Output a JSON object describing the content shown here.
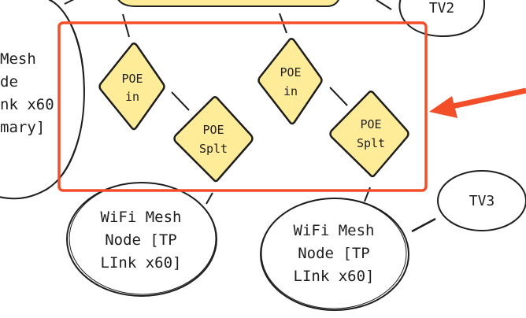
{
  "diagram": {
    "colors": {
      "stroke": "#1e1e1e",
      "node_fill": "#ffec99",
      "highlight": "#f24e2a",
      "background": "#ffffff"
    },
    "nodes": {
      "primary_mesh": {
        "lines": [
          "Mesh",
          "de",
          "nk x60",
          "mary]"
        ],
        "shape": "ellipse",
        "note": "partially cropped at left"
      },
      "top_box": {
        "label": "",
        "shape": "rounded-rect",
        "note": "partially cropped at top"
      },
      "tv2": {
        "label": "TV2",
        "shape": "ellipse"
      },
      "poe_in_1": {
        "lines": [
          "POE",
          "in"
        ],
        "shape": "diamond"
      },
      "poe_splt_1": {
        "lines": [
          "POE",
          "Splt"
        ],
        "shape": "diamond"
      },
      "poe_in_2": {
        "lines": [
          "POE",
          "in"
        ],
        "shape": "diamond"
      },
      "poe_splt_2": {
        "lines": [
          "POE",
          "Splt"
        ],
        "shape": "diamond"
      },
      "mesh_node_1": {
        "lines": [
          "WiFi Mesh",
          "Node [TP",
          "LInk x60]"
        ],
        "shape": "ellipse"
      },
      "mesh_node_2": {
        "lines": [
          "WiFi Mesh",
          "Node [TP",
          "LInk x60]"
        ],
        "shape": "ellipse"
      },
      "tv3": {
        "label": "TV3",
        "shape": "ellipse"
      }
    },
    "annotation": {
      "type": "highlight-box-with-arrow",
      "target": "POE injector/splitter pairs"
    }
  }
}
